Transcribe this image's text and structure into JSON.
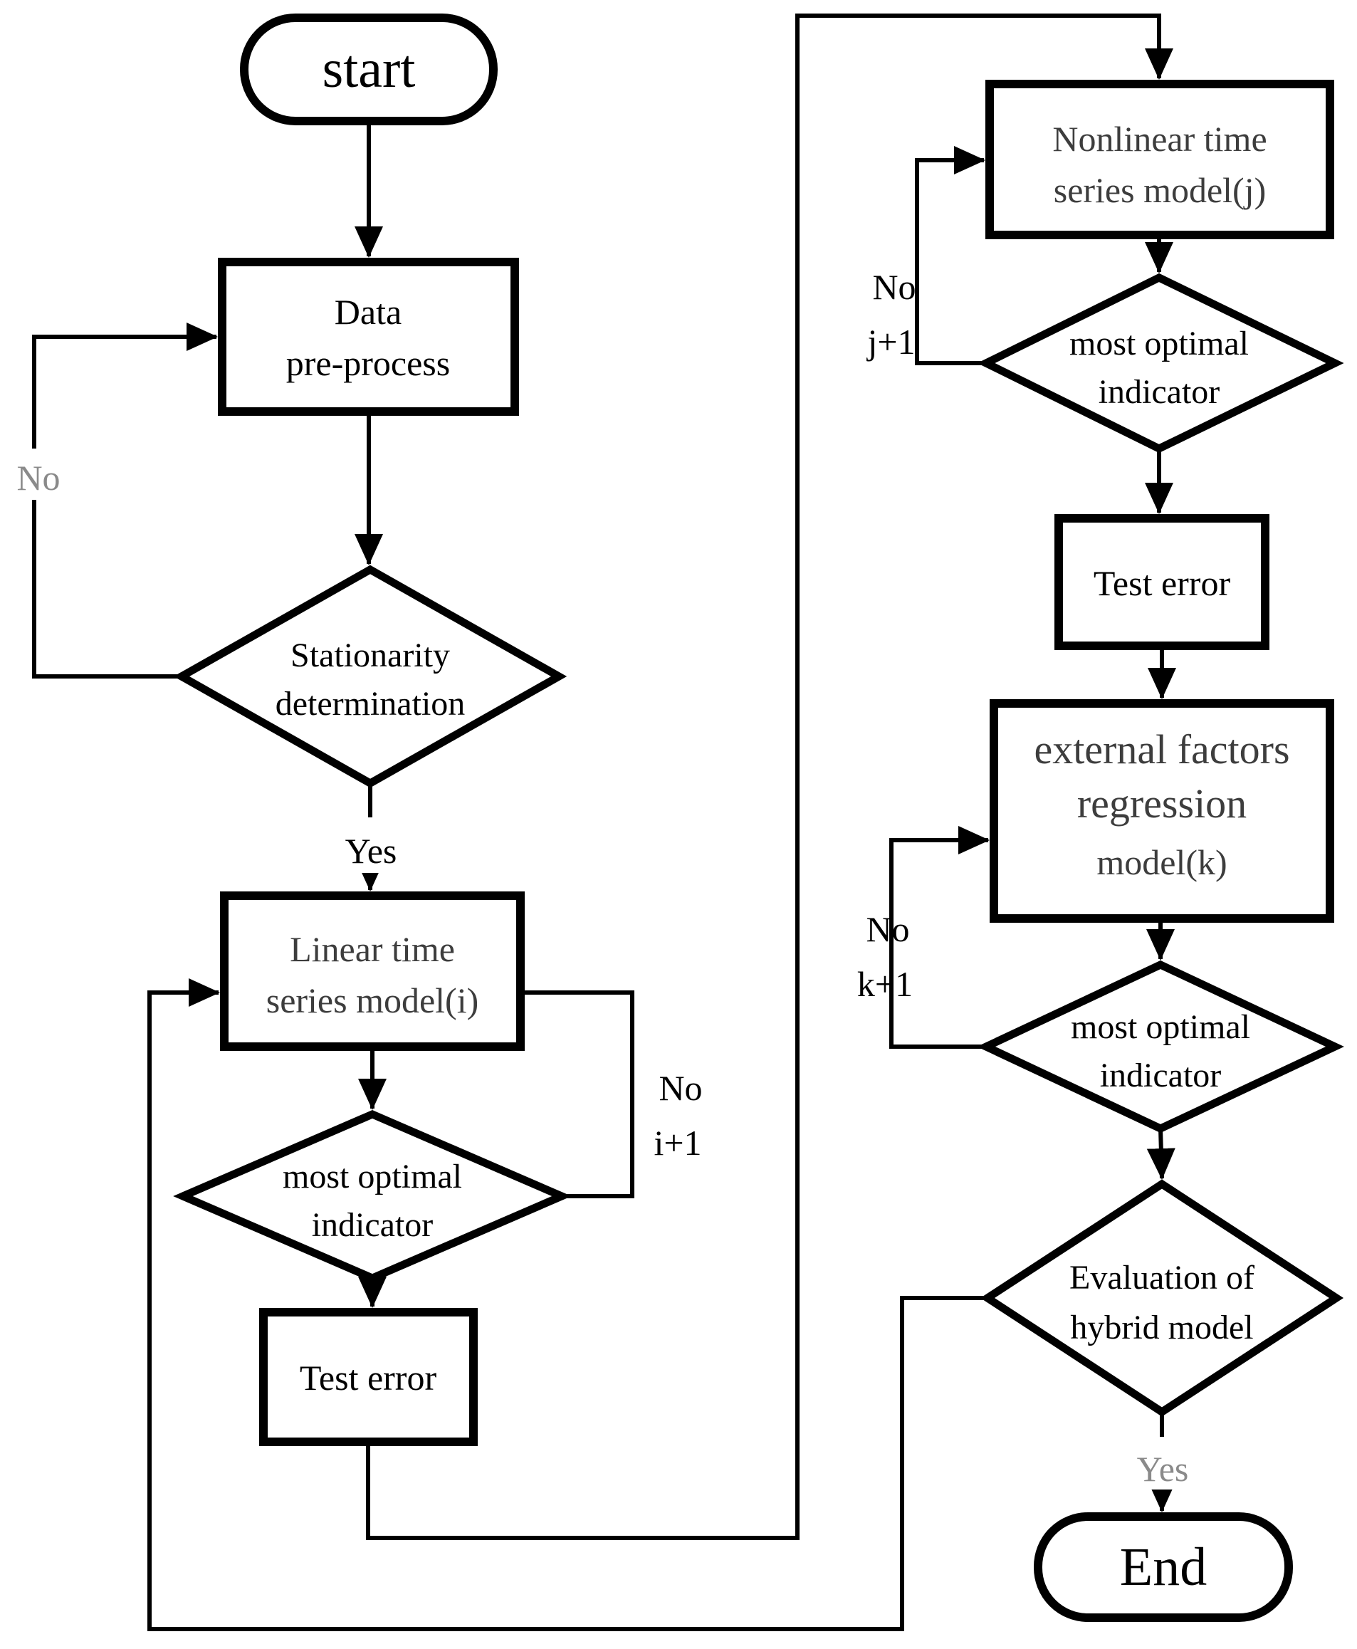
{
  "diagram": {
    "type": "flowchart",
    "background": "#ffffff",
    "colors": {
      "line": "#000000",
      "node_border": "#000000",
      "node_fill": "#ffffff",
      "node_text": "#000000",
      "model_node_text": "#3d3d3d",
      "muted_edge_label": "#8a8a8a"
    },
    "nodes": {
      "start": {
        "label": "start",
        "shape": "stadium"
      },
      "data_preprocess": {
        "line1": "Data",
        "line2": "pre-process",
        "shape": "rect"
      },
      "stationarity": {
        "line1": "Stationarity",
        "line2": "determination",
        "shape": "diamond"
      },
      "linear_model": {
        "line1": "Linear time",
        "line2": "series model(i)",
        "shape": "rect"
      },
      "optimal_linear": {
        "line1": "most optimal",
        "line2": "indicator",
        "shape": "diamond"
      },
      "test_error_linear": {
        "label": "Test error",
        "shape": "rect"
      },
      "nonlinear_model": {
        "line1": "Nonlinear time",
        "line2": "series model(j)",
        "shape": "rect"
      },
      "optimal_nonlinear": {
        "line1": "most optimal",
        "line2": "indicator",
        "shape": "diamond"
      },
      "test_error_nonlinear": {
        "label": "Test error",
        "shape": "rect"
      },
      "external_regression": {
        "line1": "external factors",
        "line2": "regression",
        "line3": "model(k)",
        "shape": "rect"
      },
      "optimal_external": {
        "line1": "most optimal",
        "line2": "indicator",
        "shape": "diamond"
      },
      "evaluation": {
        "line1": "Evaluation of",
        "line2": "hybrid model",
        "shape": "diamond"
      },
      "end": {
        "label": "End",
        "shape": "stadium"
      }
    },
    "edge_labels": {
      "stationarity_no": "No",
      "stationarity_yes": "Yes",
      "linear_no": "No",
      "linear_increment": "i+1",
      "nonlinear_no": "No",
      "nonlinear_increment": "j+1",
      "external_no": "No",
      "external_increment": "k+1",
      "evaluation_yes": "Yes"
    }
  }
}
